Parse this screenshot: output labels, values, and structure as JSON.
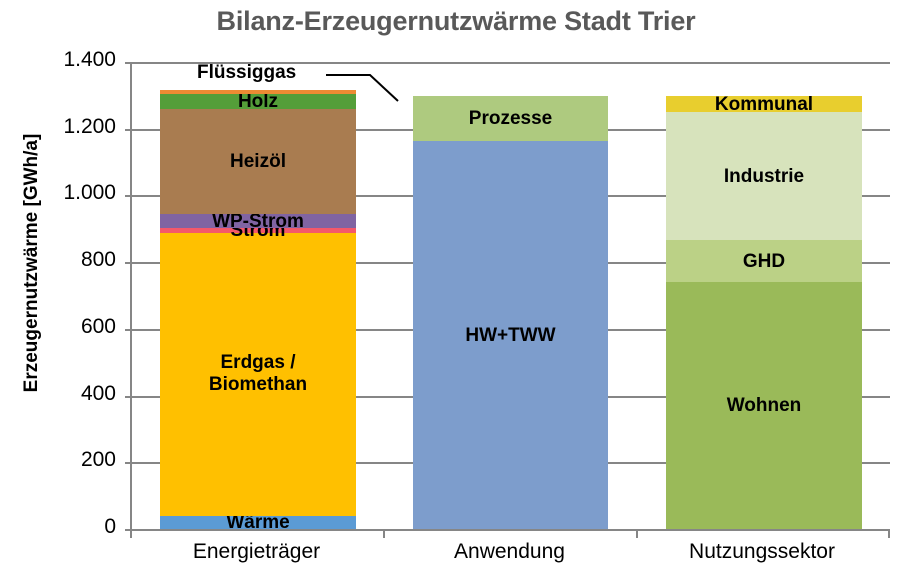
{
  "chart_data": {
    "type": "bar",
    "subtype": "stacked",
    "title": "Bilanz-Erzeugernutzwärme Stadt Trier",
    "xlabel": "",
    "ylabel": "Erzeugernutzwärme [GWh/a]",
    "ylim": [
      0,
      1400
    ],
    "ytick_labels": [
      "1.400",
      "1.200",
      "1.000",
      "800",
      "600",
      "400",
      "200",
      "0"
    ],
    "ytick_values": [
      1400,
      1200,
      1000,
      800,
      600,
      400,
      200,
      0
    ],
    "grid": true,
    "legend": "none (in-bar data labels)",
    "categories": [
      "Energieträger",
      "Anwendung",
      "Nutzungssektor"
    ],
    "columns": [
      {
        "category": "Energieträger",
        "total": 1295,
        "segments": [
          {
            "name": "Wärme",
            "value": 40,
            "color": "#5B9BD5",
            "label_shown": true
          },
          {
            "name": "Erdgas / Biomethan",
            "value": 848,
            "color": "#FFC000",
            "label_shown": true,
            "label_lines": [
              "Erdgas /",
              "Biomethan"
            ]
          },
          {
            "name": "Strom",
            "value": 15,
            "color": "#F4586A",
            "label_shown": true
          },
          {
            "name": "WP-Strom",
            "value": 40,
            "color": "#8064A2",
            "label_shown": true
          },
          {
            "name": "Heizöl",
            "value": 315,
            "color": "#A97C50",
            "label_shown": true
          },
          {
            "name": "Holz",
            "value": 45,
            "color": "#549E39",
            "label_shown": true
          },
          {
            "name": "Flüssiggas",
            "value": 12,
            "color": "#ED8B33",
            "label_shown": true,
            "label_type": "callout"
          }
        ]
      },
      {
        "category": "Anwendung",
        "total": 1297,
        "segments": [
          {
            "name": "HW+TWW",
            "value": 1163,
            "color": "#7D9DCC",
            "label_shown": true
          },
          {
            "name": "Prozesse",
            "value": 134,
            "color": "#AECA7F",
            "label_shown": true
          }
        ]
      },
      {
        "category": "Nutzungssektor",
        "total": 1297,
        "segments": [
          {
            "name": "Wohnen",
            "value": 740,
            "color": "#9ABA59",
            "label_shown": true
          },
          {
            "name": "GHD",
            "value": 126,
            "color": "#BBD186",
            "label_shown": true
          },
          {
            "name": "Industrie",
            "value": 383,
            "color": "#D7E3BC",
            "label_shown": true
          },
          {
            "name": "Kommunal",
            "value": 48,
            "color": "#E8CE2E",
            "label_shown": true
          }
        ]
      }
    ]
  },
  "colors": {
    "title": "#595959",
    "axis": "#868686",
    "text": "#000000",
    "background": "#FFFFFF"
  }
}
